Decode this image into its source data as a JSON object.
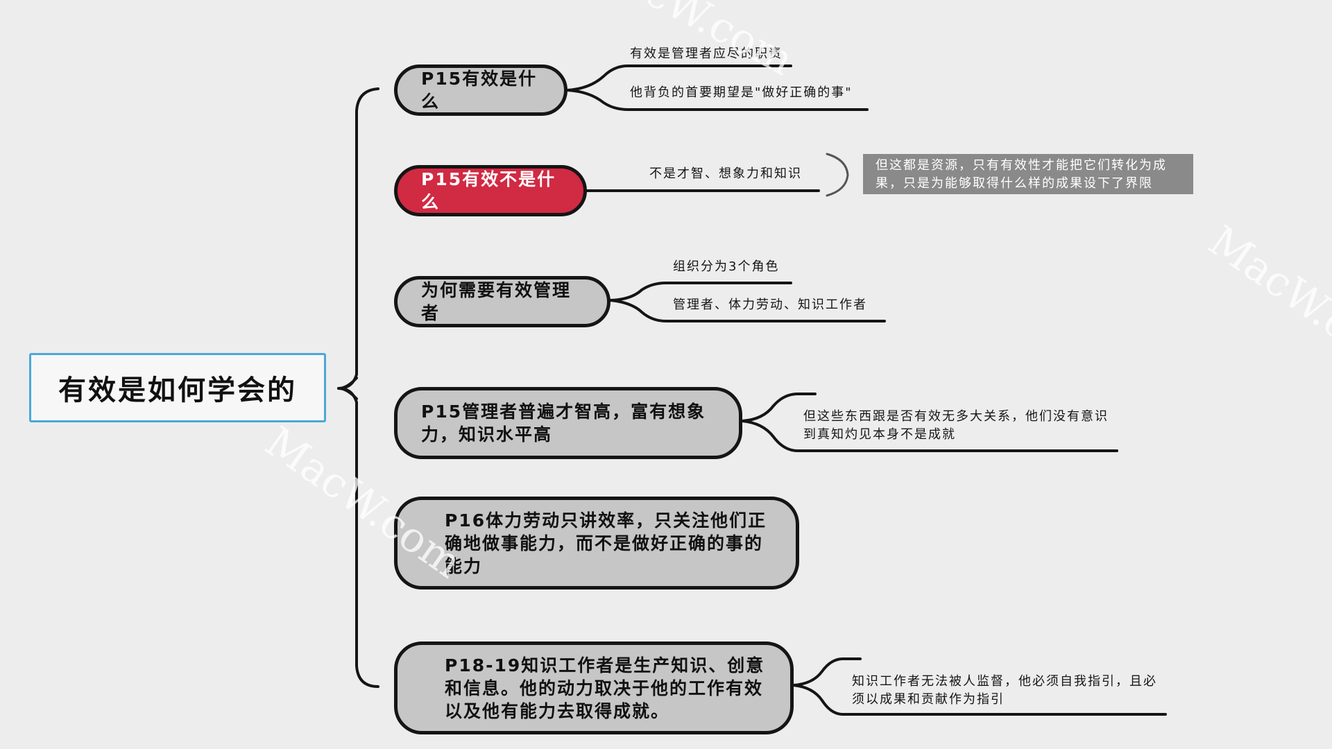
{
  "root": {
    "label": "有效是如何学会的"
  },
  "branches": [
    {
      "label": "P15有效是什么",
      "leaves": [
        "有效是管理者应尽的职责",
        "他背负的首要期望是\"做好正确的事\""
      ]
    },
    {
      "label": "P15有效不是什么",
      "leaves": [
        "不是才智、想象力和知识"
      ],
      "note": "但这都是资源，只有有效性才能把它们转化为成果，只是为能够取得什么样的成果设下了界限"
    },
    {
      "label": "为何需要有效管理者",
      "leaves": [
        "组织分为3个角色",
        "管理者、体力劳动、知识工作者"
      ]
    },
    {
      "label": "P15管理者普遍才智高，富有想象力，知识水平高",
      "leaves": [
        "但这些东西跟是否有效无多大关系，他们没有意识到真知灼见本身不是成就"
      ]
    },
    {
      "label": "P16体力劳动只讲效率，只关注他们正确地做事能力，而不是做好正确的事的能力",
      "leaves": []
    },
    {
      "label": "P18-19知识工作者是生产知识、创意和信息。他的动力取决于他的工作有效以及他有能力去取得成就。",
      "leaves": [
        "知识工作者无法被人监督，他必须自我指引，且必须以成果和贡献作为指引"
      ]
    }
  ],
  "watermark": "MacW.com",
  "colors": {
    "highlight": "#d12a43",
    "node": "#c6c6c6",
    "root_border": "#4aa9d6",
    "note": "#8a8a8a"
  }
}
